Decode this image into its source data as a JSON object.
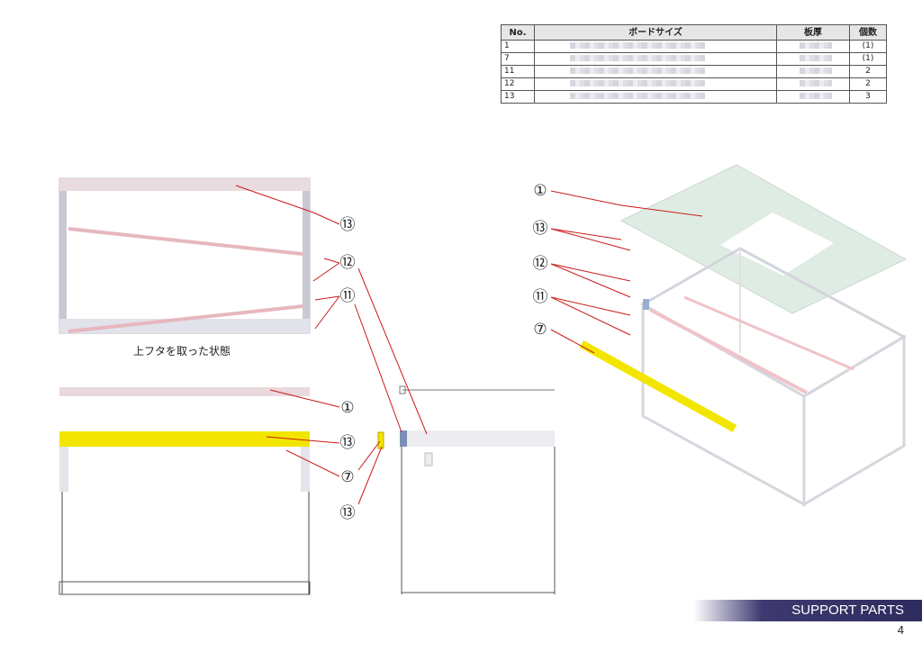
{
  "table": {
    "headers": [
      "No.",
      "ボードサイズ",
      "板厚",
      "個数"
    ],
    "rows": [
      {
        "no": "1",
        "qty": "(1)"
      },
      {
        "no": "7",
        "qty": "(1)"
      },
      {
        "no": "11",
        "qty": "2"
      },
      {
        "no": "12",
        "qty": "2"
      },
      {
        "no": "13",
        "qty": "3"
      }
    ]
  },
  "caption": "上フタを取った状態",
  "labels": [
    "⑬",
    "⑫",
    "⑪",
    "①",
    "⑬",
    "⑦",
    "⑬",
    "①",
    "⑬",
    "⑫",
    "⑪",
    "⑦"
  ],
  "banner": "SUPPORT PARTS",
  "page_number": "4",
  "colors": {
    "accent_yellow": "#f2e600",
    "leader_red": "#cc1a1a",
    "banner_navy": "#2e2b5e",
    "panel_green": "#dfece4"
  }
}
